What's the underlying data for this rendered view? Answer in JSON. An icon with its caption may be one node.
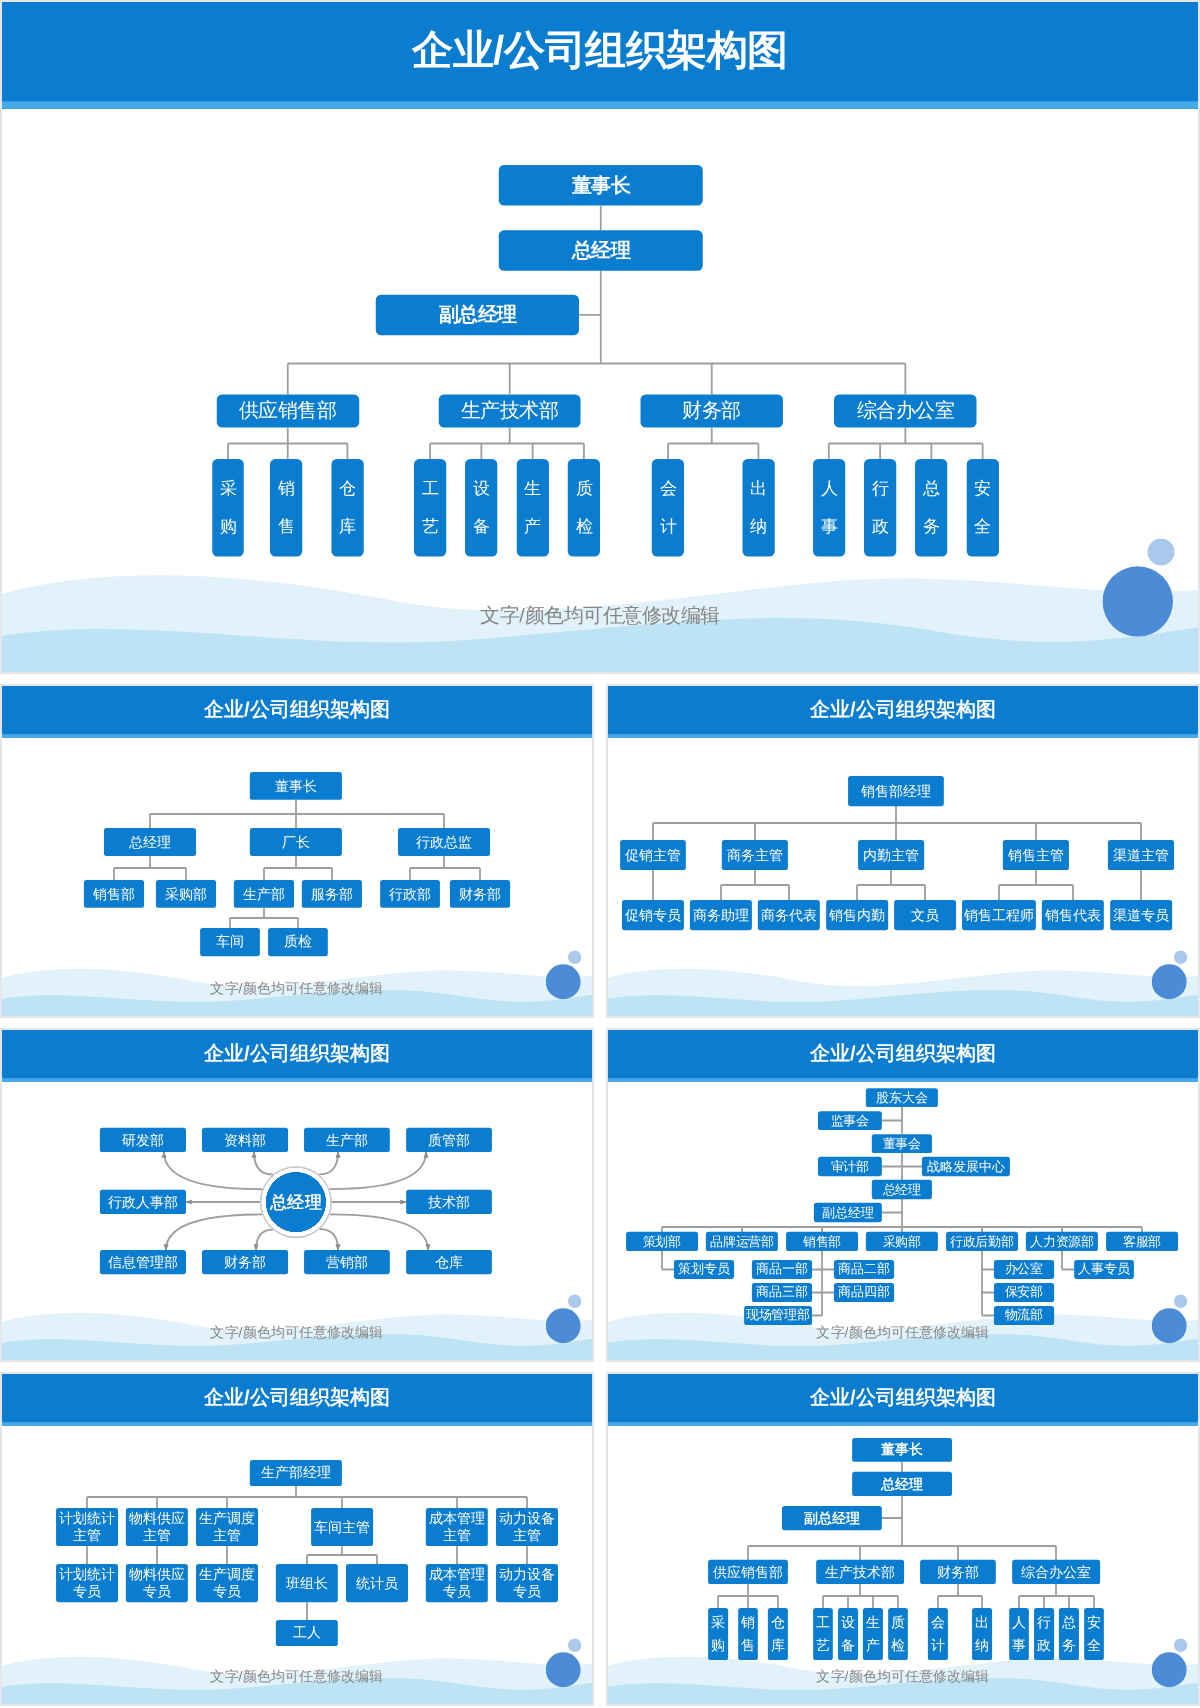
{
  "diagram": {
    "nodes": [
      {
        "text": [
          "企业/公司组织架构图",
          "文字/颜色均可任意修改编辑"
        ]
      },
      {
        "text": [
          "董事长"
        ],
        "in": 0
      },
      {
        "text": [
          "总经理"
        ],
        "in": 0
      },
      {
        "text": [
          "副总经理"
        ],
        "in": 0
      },
      {
        "text": [
          "供应销售部"
        ],
        "in": 0
      },
      {
        "text": [
          "生产技术部"
        ],
        "in": 0
      },
      {
        "text": [
          "财务部"
        ],
        "in": 0
      },
      {
        "text": [
          "综合办公室"
        ],
        "in": 0
      },
      {
        "text": [
          "采购"
        ],
        "in": 0
      },
      {
        "text": [
          "销售"
        ],
        "in": 0
      },
      {
        "text": [
          "仓库"
        ],
        "in": 0
      },
      {
        "text": [
          "工艺"
        ],
        "in": 0
      },
      {
        "text": [
          "设备"
        ],
        "in": 0
      },
      {
        "text": [
          "生产"
        ],
        "in": 0
      },
      {
        "text": [
          "质检"
        ],
        "in": 0
      },
      {
        "text": [
          "会计"
        ],
        "in": 0
      },
      {
        "text": [
          "出纳"
        ],
        "in": 0
      },
      {
        "text": [
          "人事"
        ],
        "in": 0
      },
      {
        "text": [
          "行政"
        ],
        "in": 0
      },
      {
        "text": [
          "总务"
        ],
        "in": 0
      },
      {
        "text": [
          "安全"
        ],
        "in": 0
      },
      {
        "text": [
          "企业/公司组织架构图",
          "文字/颜色均可任意修改编辑"
        ]
      },
      {
        "text": [
          "董事长"
        ],
        "in": 21
      },
      {
        "text": [
          "总经理"
        ],
        "in": 21
      },
      {
        "text": [
          "厂长"
        ],
        "in": 21
      },
      {
        "text": [
          "行政总监"
        ],
        "in": 21
      },
      {
        "text": [
          "销售部"
        ],
        "in": 21
      },
      {
        "text": [
          "采购部"
        ],
        "in": 21
      },
      {
        "text": [
          "生产部"
        ],
        "in": 21
      },
      {
        "text": [
          "服务部"
        ],
        "in": 21
      },
      {
        "text": [
          "行政部"
        ],
        "in": 21
      },
      {
        "text": [
          "财务部"
        ],
        "in": 21
      },
      {
        "text": [
          "车间"
        ],
        "in": 21
      },
      {
        "text": [
          "质检"
        ],
        "in": 21
      },
      {
        "text": [
          "企业/公司组织架构图"
        ]
      },
      {
        "text": [
          "销售部经理"
        ],
        "in": 34
      },
      {
        "text": [
          "促销主管"
        ],
        "in": 34
      },
      {
        "text": [
          "商务主管"
        ],
        "in": 34
      },
      {
        "text": [
          "内勤主管"
        ],
        "in": 34
      },
      {
        "text": [
          "销售主管"
        ],
        "in": 34
      },
      {
        "text": [
          "渠道主管"
        ],
        "in": 34
      },
      {
        "text": [
          "促销专员"
        ],
        "in": 34
      },
      {
        "text": [
          "商务助理"
        ],
        "in": 34
      },
      {
        "text": [
          "商务代表"
        ],
        "in": 34
      },
      {
        "text": [
          "销售内勤"
        ],
        "in": 34
      },
      {
        "text": [
          "文员"
        ],
        "in": 34
      },
      {
        "text": [
          "销售工程师"
        ],
        "in": 34
      },
      {
        "text": [
          "销售代表"
        ],
        "in": 34
      },
      {
        "text": [
          "渠道专员"
        ],
        "in": 34
      },
      {
        "text": [
          "企业/公司组织架构图",
          "文字/颜色均可任意修改编辑"
        ]
      },
      {
        "text": [
          "研发部"
        ],
        "in": 49
      },
      {
        "text": [
          "资料部"
        ],
        "in": 49
      },
      {
        "text": [
          "生产部"
        ],
        "in": 49
      },
      {
        "text": [
          "质管部"
        ],
        "in": 49
      },
      {
        "text": [
          "行政人事部"
        ],
        "in": 49
      },
      {
        "text": [
          "总经理"
        ],
        "in": 49
      },
      {
        "text": [
          "技术部"
        ],
        "in": 49
      },
      {
        "text": [
          "信息管理部"
        ],
        "in": 49
      },
      {
        "text": [
          "财务部"
        ],
        "in": 49
      },
      {
        "text": [
          "营销部"
        ],
        "in": 49
      },
      {
        "text": [
          "仓库"
        ],
        "in": 49
      },
      {
        "text": [
          "企业/公司组织架构图",
          "文字/颜色均可任意修改编辑"
        ]
      },
      {
        "text": [
          "股东大会"
        ],
        "in": 61
      },
      {
        "text": [
          "监事会"
        ],
        "in": 61
      },
      {
        "text": [
          "董事会"
        ],
        "in": 61
      },
      {
        "text": [
          "审计部"
        ],
        "in": 61
      },
      {
        "text": [
          "战略发展中心"
        ],
        "in": 61
      },
      {
        "text": [
          "总经理"
        ],
        "in": 61
      },
      {
        "text": [
          "副总经理"
        ],
        "in": 61
      },
      {
        "text": [
          "策划部"
        ],
        "in": 61
      },
      {
        "text": [
          "品牌运营部"
        ],
        "in": 61
      },
      {
        "text": [
          "销售部"
        ],
        "in": 61
      },
      {
        "text": [
          "采购部"
        ],
        "in": 61
      },
      {
        "text": [
          "行政后勤部"
        ],
        "in": 61
      },
      {
        "text": [
          "人力资源部"
        ],
        "in": 61
      },
      {
        "text": [
          "客服部"
        ],
        "in": 61
      },
      {
        "text": [
          "策划专员"
        ],
        "in": 61
      },
      {
        "text": [
          "商品一部"
        ],
        "in": 61
      },
      {
        "text": [
          "商品二部"
        ],
        "in": 61
      },
      {
        "text": [
          "办公室"
        ],
        "in": 61
      },
      {
        "text": [
          "人事专员"
        ],
        "in": 61
      },
      {
        "text": [
          "商品三部"
        ],
        "in": 61
      },
      {
        "text": [
          "商品四部"
        ],
        "in": 61
      },
      {
        "text": [
          "保安部"
        ],
        "in": 61
      },
      {
        "text": [
          "现场管理部"
        ],
        "in": 61
      },
      {
        "text": [
          "物流部"
        ],
        "in": 61
      },
      {
        "text": [
          "企业/公司组织架构图",
          "文字/颜色均可任意修改编辑"
        ]
      },
      {
        "text": [
          "生产部经理"
        ],
        "in": 86
      },
      {
        "text": [
          "计划统计主管"
        ],
        "in": 86
      },
      {
        "text": [
          "物料供应主管"
        ],
        "in": 86
      },
      {
        "text": [
          "生产调度主管"
        ],
        "in": 86
      },
      {
        "text": [
          "车间主管"
        ],
        "in": 86
      },
      {
        "text": [
          "成本管理主管"
        ],
        "in": 86
      },
      {
        "text": [
          "动力设备主管"
        ],
        "in": 86
      },
      {
        "text": [
          "计划统计专员"
        ],
        "in": 86
      },
      {
        "text": [
          "物料供应专员"
        ],
        "in": 86
      },
      {
        "text": [
          "生产调度专员"
        ],
        "in": 86
      },
      {
        "text": [
          "班组长"
        ],
        "in": 86
      },
      {
        "text": [
          "统计员"
        ],
        "in": 86
      },
      {
        "text": [
          "成本管理专员"
        ],
        "in": 86
      },
      {
        "text": [
          "动力设备专员"
        ],
        "in": 86
      },
      {
        "text": [
          "工人"
        ],
        "in": 86
      },
      {
        "text": [
          "企业/公司组织架构图",
          "文字/颜色均可任意修改编辑"
        ]
      },
      {
        "text": [
          "董事长"
        ],
        "in": 102
      },
      {
        "text": [
          "总经理"
        ],
        "in": 102
      },
      {
        "text": [
          "副总经理"
        ],
        "in": 102
      },
      {
        "text": [
          "供应销售部"
        ],
        "in": 102
      },
      {
        "text": [
          "生产技术部"
        ],
        "in": 102
      },
      {
        "text": [
          "财务部"
        ],
        "in": 102
      },
      {
        "text": [
          "综合办公室"
        ],
        "in": 102
      },
      {
        "text": [
          "采购"
        ],
        "in": 102
      },
      {
        "text": [
          "销售"
        ],
        "in": 102
      },
      {
        "text": [
          "仓库"
        ],
        "in": 102
      },
      {
        "text": [
          "工艺"
        ],
        "in": 102
      },
      {
        "text": [
          "设备"
        ],
        "in": 102
      },
      {
        "text": [
          "生产"
        ],
        "in": 102
      },
      {
        "text": [
          "质检"
        ],
        "in": 102
      },
      {
        "text": [
          "会计"
        ],
        "in": 102
      },
      {
        "text": [
          "出纳"
        ],
        "in": 102
      },
      {
        "text": [
          "人事"
        ],
        "in": 102
      },
      {
        "text": [
          "行政"
        ],
        "in": 102
      },
      {
        "text": [
          "总务"
        ],
        "in": 102
      },
      {
        "text": [
          "安全"
        ],
        "in": 102
      }
    ],
    "edges": [
      {
        "from": 1,
        "to": 2,
        "arrow": "none"
      },
      {
        "from": 2,
        "to": 3,
        "arrow": "none"
      },
      {
        "from": 2,
        "to": 4,
        "arrow": "none"
      },
      {
        "from": 2,
        "to": 5,
        "arrow": "none"
      },
      {
        "from": 2,
        "to": 6,
        "arrow": "none"
      },
      {
        "from": 2,
        "to": 7,
        "arrow": "none"
      },
      {
        "from": 4,
        "to": 8,
        "arrow": "none"
      },
      {
        "from": 4,
        "to": 9,
        "arrow": "none"
      },
      {
        "from": 4,
        "to": 10,
        "arrow": "none"
      },
      {
        "from": 5,
        "to": 11,
        "arrow": "none"
      },
      {
        "from": 5,
        "to": 12,
        "arrow": "none"
      },
      {
        "from": 5,
        "to": 13,
        "arrow": "none"
      },
      {
        "from": 5,
        "to": 14,
        "arrow": "none"
      },
      {
        "from": 6,
        "to": 15,
        "arrow": "none"
      },
      {
        "from": 6,
        "to": 16,
        "arrow": "none"
      },
      {
        "from": 7,
        "to": 17,
        "arrow": "none"
      },
      {
        "from": 7,
        "to": 18,
        "arrow": "none"
      },
      {
        "from": 7,
        "to": 19,
        "arrow": "none"
      },
      {
        "from": 7,
        "to": 20,
        "arrow": "none"
      },
      {
        "from": 22,
        "to": 23,
        "arrow": "none"
      },
      {
        "from": 22,
        "to": 24,
        "arrow": "none"
      },
      {
        "from": 22,
        "to": 25,
        "arrow": "none"
      },
      {
        "from": 23,
        "to": 26,
        "arrow": "none"
      },
      {
        "from": 23,
        "to": 27,
        "arrow": "none"
      },
      {
        "from": 24,
        "to": 28,
        "arrow": "none"
      },
      {
        "from": 24,
        "to": 29,
        "arrow": "none"
      },
      {
        "from": 25,
        "to": 30,
        "arrow": "none"
      },
      {
        "from": 25,
        "to": 31,
        "arrow": "none"
      },
      {
        "from": 28,
        "to": 32,
        "arrow": "none"
      },
      {
        "from": 28,
        "to": 33,
        "arrow": "none"
      },
      {
        "from": 35,
        "to": 36,
        "arrow": "none"
      },
      {
        "from": 35,
        "to": 37,
        "arrow": "none"
      },
      {
        "from": 35,
        "to": 38,
        "arrow": "none"
      },
      {
        "from": 35,
        "to": 39,
        "arrow": "none"
      },
      {
        "from": 35,
        "to": 40,
        "arrow": "none"
      },
      {
        "from": 36,
        "to": 41,
        "arrow": "none"
      },
      {
        "from": 37,
        "to": 42,
        "arrow": "none"
      },
      {
        "from": 37,
        "to": 43,
        "arrow": "none"
      },
      {
        "from": 38,
        "to": 44,
        "arrow": "none"
      },
      {
        "from": 38,
        "to": 45,
        "arrow": "none"
      },
      {
        "from": 39,
        "to": 46,
        "arrow": "none"
      },
      {
        "from": 39,
        "to": 47,
        "arrow": "none"
      },
      {
        "from": 40,
        "to": 48,
        "arrow": "none"
      },
      {
        "from": 55,
        "to": 50,
        "arrow": "to"
      },
      {
        "from": 55,
        "to": 51,
        "arrow": "to"
      },
      {
        "from": 55,
        "to": 52,
        "arrow": "to"
      },
      {
        "from": 55,
        "to": 53,
        "arrow": "to"
      },
      {
        "from": 55,
        "to": 54,
        "arrow": "to"
      },
      {
        "from": 55,
        "to": 56,
        "arrow": "to"
      },
      {
        "from": 55,
        "to": 57,
        "arrow": "to"
      },
      {
        "from": 55,
        "to": 58,
        "arrow": "to"
      },
      {
        "from": 55,
        "to": 59,
        "arrow": "to"
      },
      {
        "from": 55,
        "to": 60,
        "arrow": "to"
      },
      {
        "from": 62,
        "to": 63,
        "arrow": "none"
      },
      {
        "from": 62,
        "to": 64,
        "arrow": "none"
      },
      {
        "from": 64,
        "to": 65,
        "arrow": "none"
      },
      {
        "from": 64,
        "to": 66,
        "arrow": "none"
      },
      {
        "from": 64,
        "to": 67,
        "arrow": "none"
      },
      {
        "from": 67,
        "to": 68,
        "arrow": "none"
      },
      {
        "from": 67,
        "to": 69,
        "arrow": "none"
      },
      {
        "from": 67,
        "to": 70,
        "arrow": "none"
      },
      {
        "from": 67,
        "to": 71,
        "arrow": "none"
      },
      {
        "from": 67,
        "to": 72,
        "arrow": "none"
      },
      {
        "from": 67,
        "to": 73,
        "arrow": "none"
      },
      {
        "from": 67,
        "to": 74,
        "arrow": "none"
      },
      {
        "from": 67,
        "to": 75,
        "arrow": "none"
      },
      {
        "from": 69,
        "to": 76,
        "arrow": "none"
      },
      {
        "from": 71,
        "to": 77,
        "arrow": "none"
      },
      {
        "from": 71,
        "to": 78,
        "arrow": "none"
      },
      {
        "from": 71,
        "to": 81,
        "arrow": "none"
      },
      {
        "from": 71,
        "to": 82,
        "arrow": "none"
      },
      {
        "from": 71,
        "to": 84,
        "arrow": "none"
      },
      {
        "from": 73,
        "to": 79,
        "arrow": "none"
      },
      {
        "from": 73,
        "to": 83,
        "arrow": "none"
      },
      {
        "from": 73,
        "to": 85,
        "arrow": "none"
      },
      {
        "from": 74,
        "to": 80,
        "arrow": "none"
      },
      {
        "from": 87,
        "to": 88,
        "arrow": "none"
      },
      {
        "from": 87,
        "to": 89,
        "arrow": "none"
      },
      {
        "from": 87,
        "to": 90,
        "arrow": "none"
      },
      {
        "from": 87,
        "to": 91,
        "arrow": "none"
      },
      {
        "from": 87,
        "to": 92,
        "arrow": "none"
      },
      {
        "from": 87,
        "to": 93,
        "arrow": "none"
      },
      {
        "from": 88,
        "to": 94,
        "arrow": "none"
      },
      {
        "from": 89,
        "to": 95,
        "arrow": "none"
      },
      {
        "from": 90,
        "to": 96,
        "arrow": "none"
      },
      {
        "from": 91,
        "to": 97,
        "arrow": "none"
      },
      {
        "from": 91,
        "to": 98,
        "arrow": "none"
      },
      {
        "from": 97,
        "to": 101,
        "arrow": "none"
      },
      {
        "from": 92,
        "to": 99,
        "arrow": "none"
      },
      {
        "from": 93,
        "to": 100,
        "arrow": "none"
      },
      {
        "from": 103,
        "to": 104,
        "arrow": "none"
      },
      {
        "from": 104,
        "to": 105,
        "arrow": "none"
      },
      {
        "from": 104,
        "to": 106,
        "arrow": "none"
      },
      {
        "from": 104,
        "to": 107,
        "arrow": "none"
      },
      {
        "from": 104,
        "to": 108,
        "arrow": "none"
      },
      {
        "from": 104,
        "to": 109,
        "arrow": "none"
      },
      {
        "from": 106,
        "to": 110,
        "arrow": "none"
      },
      {
        "from": 106,
        "to": 111,
        "arrow": "none"
      },
      {
        "from": 106,
        "to": 112,
        "arrow": "none"
      },
      {
        "from": 107,
        "to": 113,
        "arrow": "none"
      },
      {
        "from": 107,
        "to": 114,
        "arrow": "none"
      },
      {
        "from": 107,
        "to": 115,
        "arrow": "none"
      },
      {
        "from": 107,
        "to": 116,
        "arrow": "none"
      },
      {
        "from": 108,
        "to": 117,
        "arrow": "none"
      },
      {
        "from": 108,
        "to": 118,
        "arrow": "none"
      },
      {
        "from": 109,
        "to": 119,
        "arrow": "none"
      },
      {
        "from": 109,
        "to": 120,
        "arrow": "none"
      },
      {
        "from": 109,
        "to": 121,
        "arrow": "none"
      },
      {
        "from": 109,
        "to": 122,
        "arrow": "none"
      }
    ]
  }
}
